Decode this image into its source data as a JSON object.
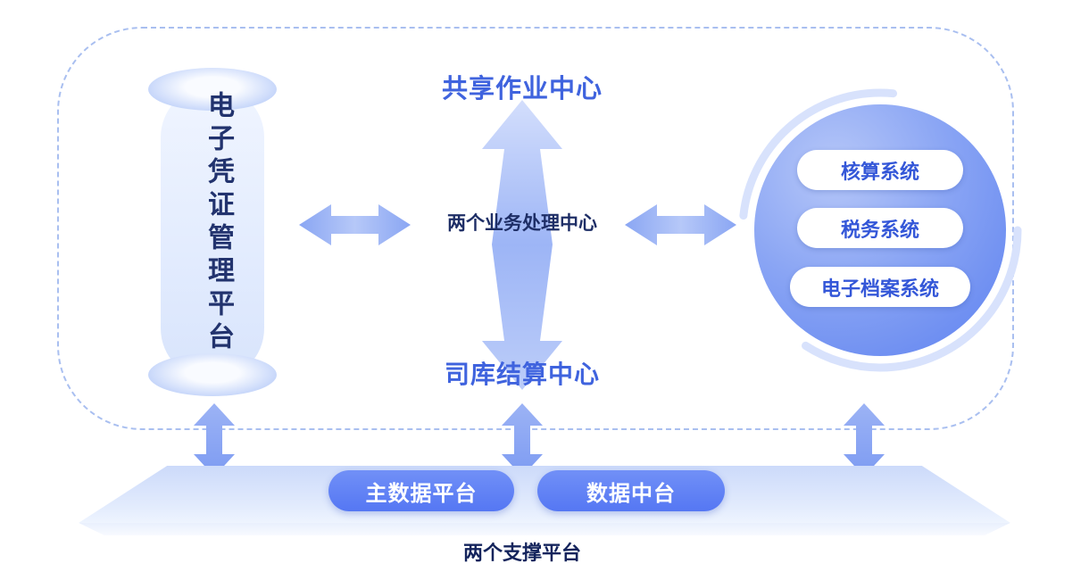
{
  "nodes": {
    "left_platform": "电子凭证管理平台",
    "shared_center": "共享作业中心",
    "processing_center": "两个业务处理中心",
    "treasury_center": "司库结算中心"
  },
  "systems": [
    {
      "label": "核算系统"
    },
    {
      "label": "税务系统"
    },
    {
      "label": "电子档案系统"
    }
  ],
  "support": {
    "platforms": [
      {
        "label": "主数据平台"
      },
      {
        "label": "数据中台"
      }
    ],
    "caption": "两个支撑平台"
  },
  "colors": {
    "accent_title": "#3f63de",
    "dark_text": "#1e2e66",
    "arrow_blue": "#8fa9f3",
    "circle_blue": "#5d81f0",
    "pill_blue": "#5577f3",
    "frame_dash": "#a9bff0"
  }
}
